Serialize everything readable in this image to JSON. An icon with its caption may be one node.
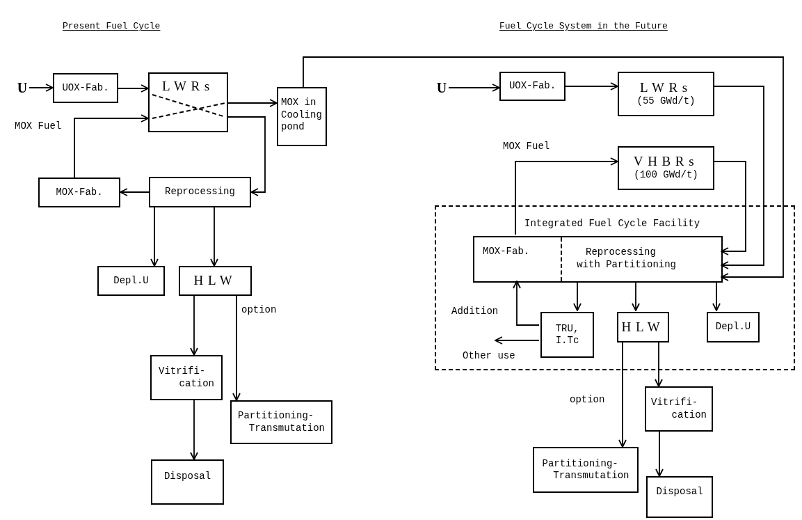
{
  "diagram": {
    "nodes": [
      {
        "text": [
          "U"
        ]
      },
      {
        "text": [
          "UOX-Fab."
        ]
      },
      {
        "text": [
          "LWRs"
        ]
      },
      {
        "text": [
          "MOX in Cooling pond"
        ]
      },
      {
        "text": [
          "MOX-Fab."
        ]
      },
      {
        "text": [
          "Reprocessing"
        ]
      },
      {
        "text": [
          "Depl.U"
        ]
      },
      {
        "text": [
          "HLW"
        ]
      },
      {
        "text": [
          "Vitrifi- cation"
        ]
      },
      {
        "text": [
          "Partitioning- Transmutation"
        ]
      },
      {
        "text": [
          "Disposal"
        ]
      },
      {
        "text": [
          "U"
        ]
      },
      {
        "text": [
          "UOX-Fab."
        ]
      },
      {
        "text": [
          "LWRs",
          "(55 GWd/t)"
        ]
      },
      {
        "text": [
          "VHBRs",
          "(100 GWd/t)"
        ]
      },
      {
        "text": [
          "Integrated Fuel Cycle Facility"
        ]
      },
      {
        "text": [
          "MOX-Fab."
        ],
        "in": 15
      },
      {
        "text": [
          "Reprocessing with Partitioning"
        ],
        "in": 15
      },
      {
        "text": [
          "TRU, I.Tc"
        ],
        "in": 15
      },
      {
        "text": [
          "HLW"
        ],
        "in": 15
      },
      {
        "text": [
          "Depl.U"
        ],
        "in": 15
      },
      {
        "text": [
          "Vitrifi- cation"
        ]
      },
      {
        "text": [
          "Partitioning- Transmutation"
        ]
      },
      {
        "text": [
          "Disposal"
        ]
      }
    ],
    "edges": [
      {
        "from": 0,
        "to": 1,
        "arrow": "to"
      },
      {
        "from": 1,
        "to": 2,
        "arrow": "to"
      },
      {
        "from": 2,
        "to": 3,
        "arrow": "to"
      },
      {
        "from": 2,
        "to": 5,
        "arrow": "to"
      },
      {
        "from": 4,
        "to": 2,
        "arrow": "to",
        "label": "MOX Fuel"
      },
      {
        "from": 5,
        "to": 4,
        "arrow": "to"
      },
      {
        "from": 5,
        "to": 6,
        "arrow": "to"
      },
      {
        "from": 5,
        "to": 7,
        "arrow": "to"
      },
      {
        "from": 7,
        "to": 8,
        "arrow": "to"
      },
      {
        "from": 7,
        "to": 9,
        "arrow": "to",
        "label": "option"
      },
      {
        "from": 8,
        "to": 10,
        "arrow": "to"
      },
      {
        "from": 3,
        "to": 17,
        "arrow": "to"
      },
      {
        "from": 11,
        "to": 12,
        "arrow": "to"
      },
      {
        "from": 12,
        "to": 13,
        "arrow": "to"
      },
      {
        "from": 13,
        "to": 17,
        "arrow": "to"
      },
      {
        "from": 14,
        "to": 17,
        "arrow": "to"
      },
      {
        "from": 16,
        "to": 14,
        "arrow": "to",
        "label": "MOX Fuel"
      },
      {
        "from": 17,
        "to": 18,
        "arrow": "to"
      },
      {
        "from": 17,
        "to": 19,
        "arrow": "to"
      },
      {
        "from": 17,
        "to": 20,
        "arrow": "to"
      },
      {
        "from": 18,
        "to": 16,
        "arrow": "to",
        "label": "Addition"
      },
      {
        "from": 18,
        "to": null,
        "arrow": "to",
        "label": "Other use"
      },
      {
        "from": 19,
        "to": 22,
        "arrow": "to",
        "label": "option"
      },
      {
        "from": 19,
        "to": 21,
        "arrow": "to"
      },
      {
        "from": 21,
        "to": 23,
        "arrow": "to"
      }
    ],
    "labels": [
      "Present Fuel Cycle",
      "Fuel Cycle System in the Future"
    ]
  }
}
